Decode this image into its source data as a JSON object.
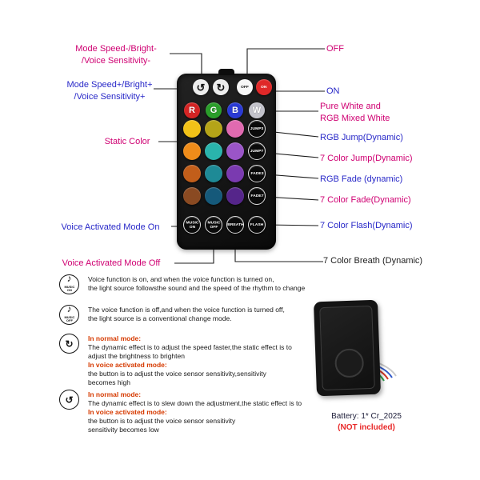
{
  "colors": {
    "magenta": "#cf0072",
    "blue": "#2828c8",
    "dark": "#222222",
    "red": "#d63a00",
    "remote_body": "#141414",
    "on_button": "#e02828"
  },
  "icons": {
    "dial_minus": "↺",
    "dial_plus": "↻",
    "music_note": "♪"
  },
  "remote": {
    "off": "OFF",
    "on": "ON",
    "rgbw": [
      {
        "label": "R",
        "color": "#d42424"
      },
      {
        "label": "G",
        "color": "#2a9e2a"
      },
      {
        "label": "B",
        "color": "#2a3ad4"
      },
      {
        "label": "W",
        "color": "#c2c2ca"
      }
    ],
    "grid": [
      [
        "#f2c218",
        "#b5a418",
        "#e06ab0"
      ],
      [
        "#ef8c1a",
        "#2ab4ac",
        "#9a55c8"
      ],
      [
        "#c25e1a",
        "#1e8a96",
        "#7a3ab0"
      ],
      [
        "#8a4a22",
        "#15597a",
        "#55258a"
      ]
    ],
    "mode_buttons": [
      "JUMP3",
      "JUMP7",
      "FADE3",
      "FADE7"
    ],
    "bottom_buttons": [
      "MUSIC\nON",
      "MUSIC\nOFF",
      "BREATH",
      "FLASH"
    ]
  },
  "callouts": {
    "left": [
      {
        "text": "Mode Speed-/Bright-\n/Voice Sensitivity-",
        "color": "magenta"
      },
      {
        "text": "Mode Speed+/Bright+\n/Voice Sensitivity+",
        "color": "blue"
      },
      {
        "text": "Static Color",
        "color": "magenta"
      },
      {
        "text": "Voice Activated Mode On",
        "color": "blue"
      },
      {
        "text": "Voice Activated Mode Off",
        "color": "magenta"
      }
    ],
    "right": [
      {
        "text": "OFF",
        "color": "magenta"
      },
      {
        "text": "ON",
        "color": "blue"
      },
      {
        "text": "Pure White and\nRGB Mixed White",
        "color": "magenta"
      },
      {
        "text": "RGB Jump(Dynamic)",
        "color": "blue"
      },
      {
        "text": "7 Color Jump(Dynamic)",
        "color": "magenta"
      },
      {
        "text": "RGB Fade (dynamic)",
        "color": "blue"
      },
      {
        "text": "7 Color Fade(Dynamic)",
        "color": "magenta"
      },
      {
        "text": "7 Color Flash(Dynamic)",
        "color": "blue"
      },
      {
        "text": "7 Color Breath (Dynamic)",
        "color": "dark"
      }
    ]
  },
  "notes": [
    {
      "icon": "music-on",
      "icon_label": "MUSIC\nON",
      "lines": [
        {
          "text": "Voice function is on, and when the voice function is turned on,"
        },
        {
          "text": "the light source followsthe sound and the speed of the rhythm to change"
        }
      ]
    },
    {
      "icon": "music-off",
      "icon_label": "MUSIC\nOFF",
      "lines": [
        {
          "text": "The voice function is off,and when the voice function is turned off,"
        },
        {
          "text": "the light source is a conventional change mode."
        }
      ]
    },
    {
      "icon": "dial-plus",
      "lines": [
        {
          "text": "In normal mode:",
          "style": "red"
        },
        {
          "text": "The dynamic effect is to adjust the speed faster,the static effect is to"
        },
        {
          "text": "adjust the brightness to brighten"
        },
        {
          "text": "In voice activated mode:",
          "style": "red"
        },
        {
          "text": "the button is to adjust the voice sensor sensitivity,sensitivity"
        },
        {
          "text": "becomes high"
        }
      ]
    },
    {
      "icon": "dial-minus",
      "lines": [
        {
          "text": "In normal mode:",
          "style": "red"
        },
        {
          "text": "The dynamic effect is to slew down the adjustment,the static effect is to"
        },
        {
          "text": "In voice activated mode:",
          "style": "red"
        },
        {
          "text": "the button is to adjust the voice sensor sensitivity"
        },
        {
          "text": "sensitivity becomes low"
        }
      ]
    }
  ],
  "battery": {
    "caption": "Battery: 1* Cr_2025",
    "note": "(NOT included)"
  }
}
